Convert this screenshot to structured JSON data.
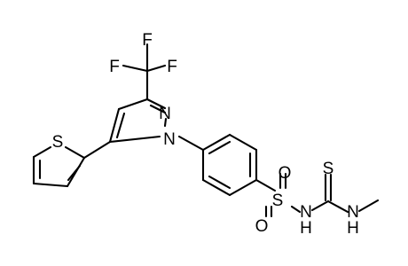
{
  "atoms": {
    "f_top": "F",
    "f_left": "F",
    "f_right": "F",
    "n_ring_a": "N",
    "n_ring_b": "N",
    "s_thiophene": "S",
    "s_sulfonyl": "S",
    "o_top": "O",
    "o_bottom": "O",
    "n_sulfonamide": "N",
    "h_sulfonamide": "H",
    "s_thione": "S",
    "n_methylamino": "N",
    "h_methylamino": "H"
  }
}
